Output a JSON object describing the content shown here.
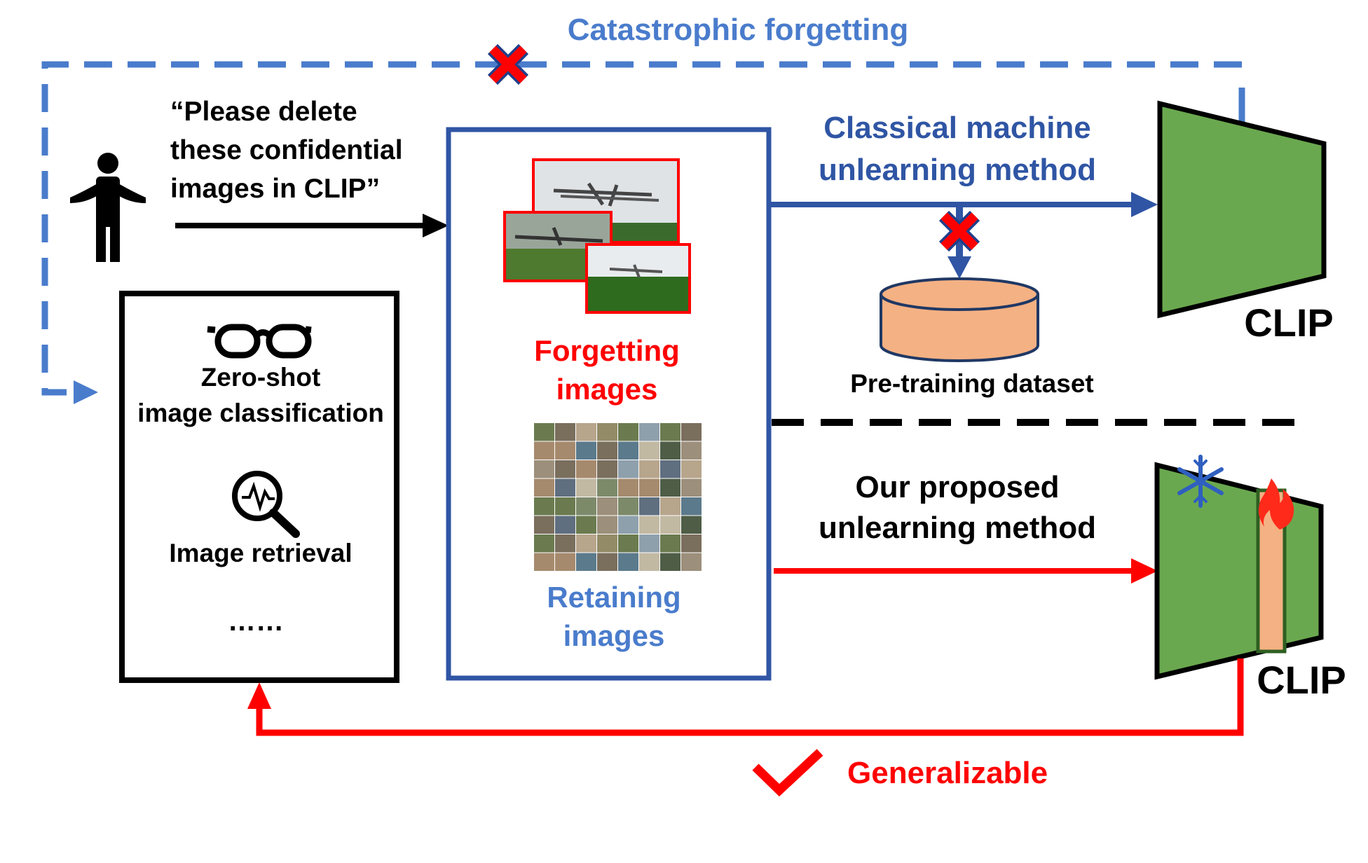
{
  "labels": {
    "catastrophic": "Catastrophic forgetting",
    "request_line1": "“Please delete",
    "request_line2": "these confidential",
    "request_line3": "images in CLIP”",
    "classical_line1": "Classical machine",
    "classical_line2": "unlearning method",
    "pretraining": "Pre-training dataset",
    "clip_top": "CLIP",
    "clip_bottom": "CLIP",
    "forget_line1": "Forgetting",
    "forget_line2": "images",
    "retain_line1": "Retaining",
    "retain_line2": "images",
    "zeroshot_line1": "Zero-shot",
    "zeroshot_line2": "image classification",
    "retrieval": "Image retrieval",
    "ellipsis": "……",
    "proposed_line1": "Our proposed",
    "proposed_line2": "unlearning method",
    "generalizable": "Generalizable"
  },
  "icons": {
    "person": "person-icon",
    "glasses": "glasses-icon",
    "search": "magnifier-pulse-icon",
    "snowflake": "snowflake-icon",
    "fire": "fire-icon",
    "cross": "red-cross-icon",
    "check": "check-icon"
  },
  "colors": {
    "blue_dark": "#2f55a4",
    "blue_light": "#4a7ccc",
    "red": "#ff0000",
    "green": "#6aa84f",
    "orange": "#f4b183",
    "black": "#000000"
  }
}
